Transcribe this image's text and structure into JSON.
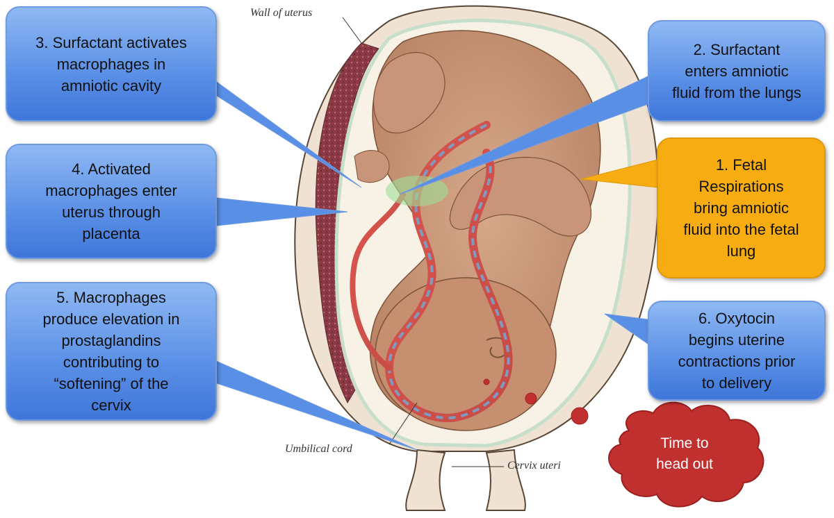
{
  "figure_labels": {
    "wall_of_uterus": "Wall of uterus",
    "umbilical_cord": "Umbilical cord",
    "cervix_uteri": "Cervix uteri"
  },
  "callouts": {
    "step1": "1.  Fetal\nRespirations\nbring amniotic\nfluid into the fetal\nlung",
    "step2": "2.  Surfactant\nenters amniotic\nfluid from the lungs",
    "step3": "3.  Surfactant activates\nmacrophages in\namniotic cavity",
    "step4": "4.  Activated\nmacrophages enter\nuterus through\nplacenta",
    "step5": "5.  Macrophages\nproduce elevation in\nprostaglandins\ncontributing to\n“softening” of the\ncervix",
    "step6": "6.  Oxytocin\nbegins uterine\ncontractions prior\nto delivery"
  },
  "thought_cloud": "Time to\nhead out",
  "colors": {
    "callout_blue": "#5a8fe6",
    "callout_orange": "#f7ad12",
    "cloud_red": "#c0302f"
  }
}
